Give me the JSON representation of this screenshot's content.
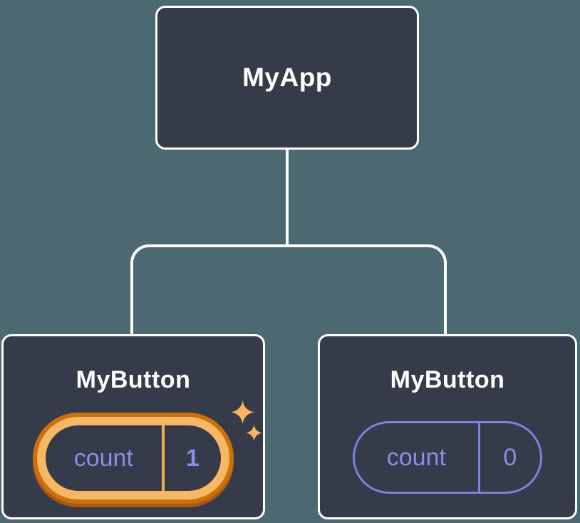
{
  "diagram": {
    "root": {
      "label": "MyApp"
    },
    "children": [
      {
        "label": "MyButton",
        "state": {
          "name": "count",
          "value": "1"
        },
        "highlighted": true,
        "icons": [
          "sparkle-icon",
          "sparkle-icon"
        ]
      },
      {
        "label": "MyButton",
        "state": {
          "name": "count",
          "value": "0"
        },
        "highlighted": false
      }
    ],
    "colors": {
      "background": "#4C6971",
      "node_fill": "#353B48",
      "node_border": "#FFFFFF",
      "connector": "#FFFFFF",
      "state_text": "#878EE6",
      "pill_outline": "#7A82E2",
      "highlight_ring_inner": "#F8B763",
      "highlight_ring_outer": "#C9700F",
      "highlight_divider": "#F4AF55",
      "sparkle": "#F6B65F"
    }
  }
}
